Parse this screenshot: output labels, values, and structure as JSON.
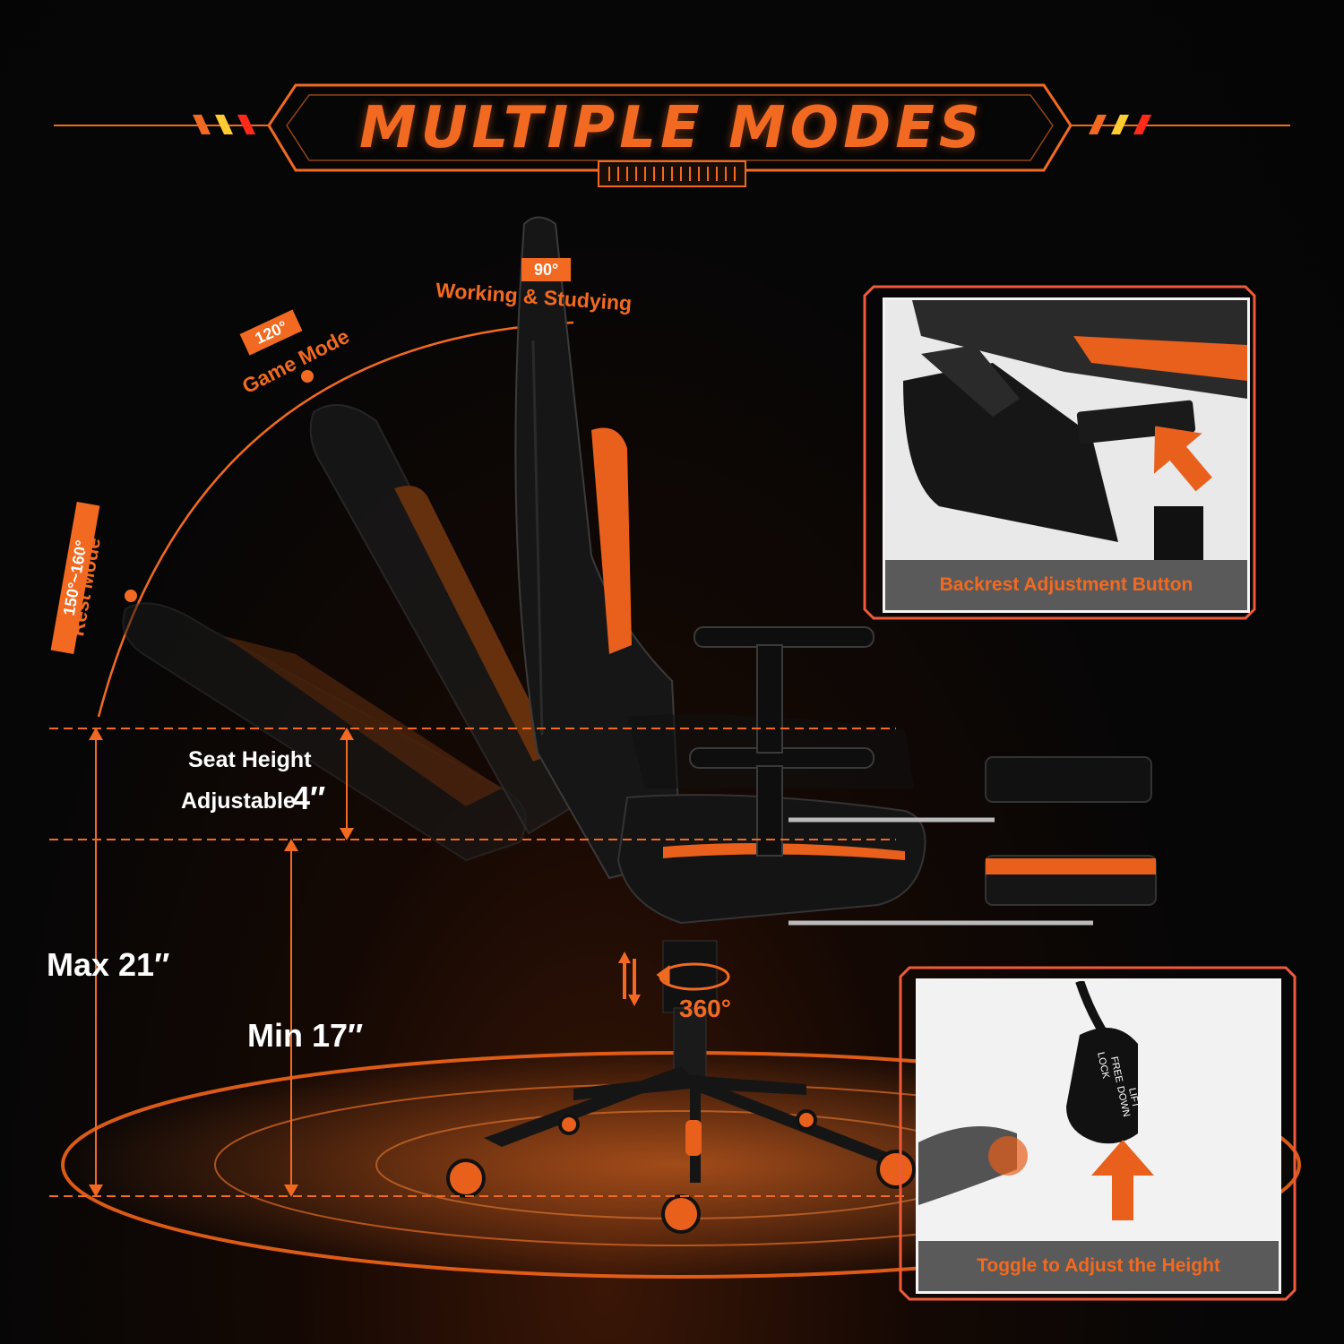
{
  "header": {
    "title": "MULTIPLE MODES"
  },
  "recline_modes": [
    {
      "angle": "90°",
      "label": "Working & Studying"
    },
    {
      "angle": "120°",
      "label": "Game Mode"
    },
    {
      "angle": "150°~160°",
      "label": "Rest Mode"
    }
  ],
  "height": {
    "adjust_label_line1": "Seat Height",
    "adjust_label_line2": "Adjustable",
    "adjust_value": "4″",
    "max": "Max 21″",
    "min": "Min 17″",
    "rotation": "360°"
  },
  "callouts": {
    "backrest": "Backrest Adjustment Button",
    "height_toggle": "Toggle to Adjust the Height"
  },
  "lever_labels": {
    "free": "FREE",
    "lock": "LOCK",
    "lift": "LIFT",
    "down": "DOWN"
  },
  "colors": {
    "accent": "#f26a21",
    "frame": "#ef5a3a",
    "background": "#050505"
  }
}
